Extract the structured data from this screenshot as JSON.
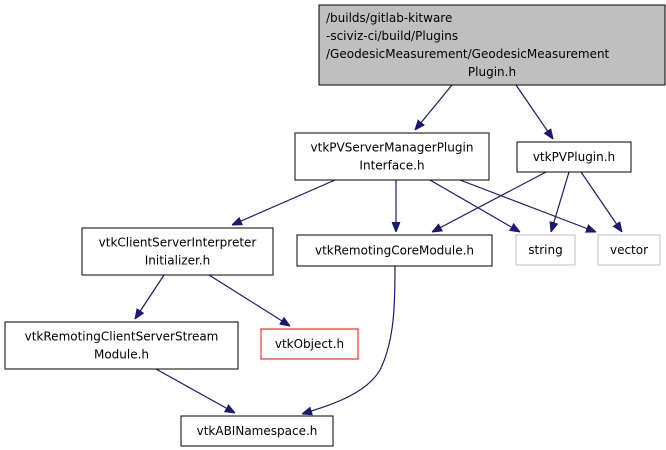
{
  "diagram": {
    "type": "include-dependency-graph",
    "colors": {
      "edge": "#191970",
      "root_fill": "#bfbfbf",
      "root_border": "#000000",
      "node_fill": "#ffffff",
      "node_border": "#000000",
      "external_border": "#bfbfbf",
      "missing_border": "#ff0000"
    },
    "nodes": [
      {
        "id": "root",
        "lines": [
          "/builds/gitlab-kitware",
          "-sciviz-ci/build/Plugins",
          "/GeodesicMeasurement/GeodesicMeasurement",
          "Plugin.h"
        ],
        "kind": "root"
      },
      {
        "id": "smpi",
        "lines": [
          "vtkPVServerManagerPlugin",
          "Interface.h"
        ],
        "kind": "normal"
      },
      {
        "id": "pvplugin",
        "lines": [
          "vtkPVPlugin.h"
        ],
        "kind": "normal"
      },
      {
        "id": "csii",
        "lines": [
          "vtkClientServerInterpreter",
          "Initializer.h"
        ],
        "kind": "normal"
      },
      {
        "id": "rcm",
        "lines": [
          "vtkRemotingCoreModule.h"
        ],
        "kind": "normal"
      },
      {
        "id": "string",
        "lines": [
          "string"
        ],
        "kind": "external"
      },
      {
        "id": "vector",
        "lines": [
          "vector"
        ],
        "kind": "external"
      },
      {
        "id": "rcssm",
        "lines": [
          "vtkRemotingClientServerStream",
          "Module.h"
        ],
        "kind": "normal"
      },
      {
        "id": "vtkobject",
        "lines": [
          "vtkObject.h"
        ],
        "kind": "missing"
      },
      {
        "id": "abi",
        "lines": [
          "vtkABINamespace.h"
        ],
        "kind": "normal"
      }
    ],
    "edges": [
      {
        "from": "root",
        "to": "smpi"
      },
      {
        "from": "root",
        "to": "pvplugin"
      },
      {
        "from": "smpi",
        "to": "csii"
      },
      {
        "from": "smpi",
        "to": "rcm"
      },
      {
        "from": "smpi",
        "to": "string"
      },
      {
        "from": "smpi",
        "to": "vector"
      },
      {
        "from": "pvplugin",
        "to": "rcm"
      },
      {
        "from": "pvplugin",
        "to": "string"
      },
      {
        "from": "pvplugin",
        "to": "vector"
      },
      {
        "from": "csii",
        "to": "rcssm"
      },
      {
        "from": "csii",
        "to": "vtkobject"
      },
      {
        "from": "rcssm",
        "to": "abi"
      },
      {
        "from": "rcm",
        "to": "abi"
      }
    ]
  }
}
